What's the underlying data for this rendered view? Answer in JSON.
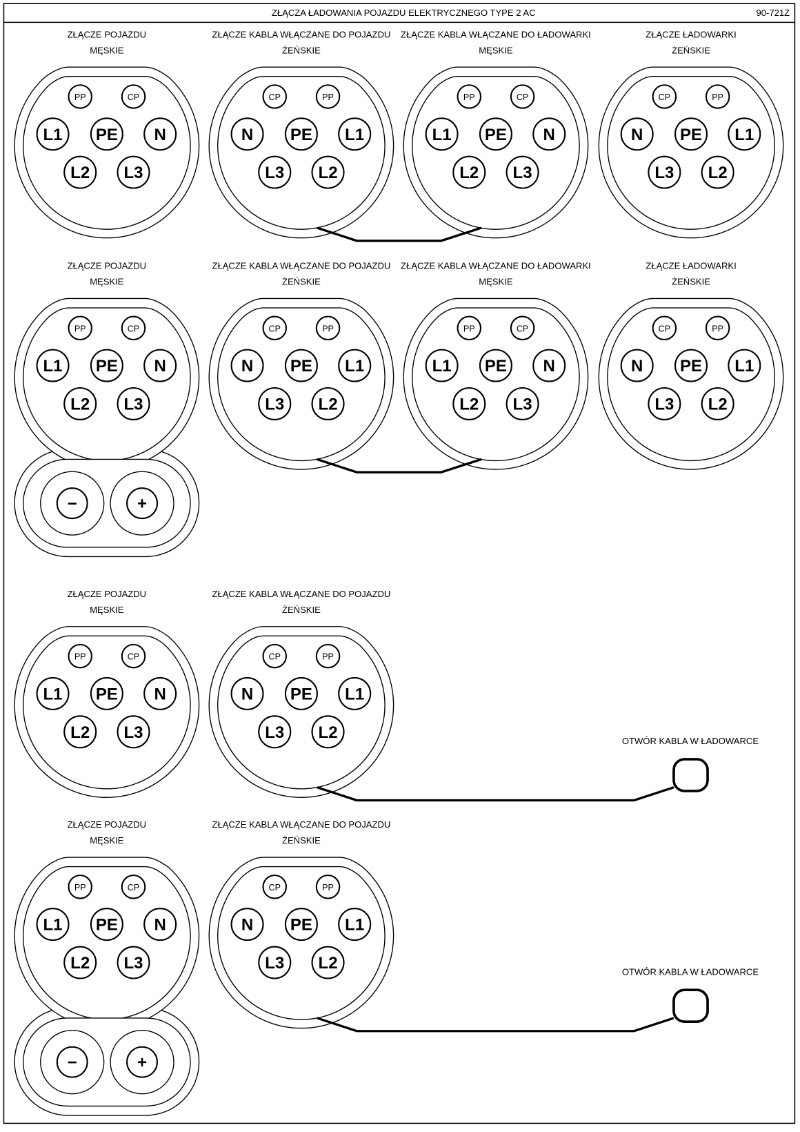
{
  "header": {
    "title": "ZŁĄCZA ŁADOWANIA POJAZDU ELEKTRYCZNEGO TYPE 2 AC",
    "code": "90-721Z"
  },
  "labels": {
    "vehicle_inlet": [
      "ZŁĄCZE POJAZDU",
      "MĘSKIE"
    ],
    "cable_vehicle": [
      "ZŁĄCZE KABLA WŁĄCZANE DO POJAZDU",
      "ŻEŃSKIE"
    ],
    "cable_charger": [
      "ZŁĄCZE KABLA WŁĄCZANE DO ŁADOWARKI",
      "MĘSKIE"
    ],
    "charger_socket": [
      "ZŁĄCZE ŁADOWARKI",
      "ŻEŃSKIE"
    ],
    "cable_opening": "OTWÓR KABLA W ŁADOWARCE"
  },
  "pins": {
    "male": {
      "top": [
        "PP",
        "CP"
      ],
      "middle": [
        "L1",
        "PE",
        "N"
      ],
      "bottom": [
        "L2",
        "L3"
      ]
    },
    "female": {
      "top": [
        "CP",
        "PP"
      ],
      "middle": [
        "N",
        "PE",
        "L1"
      ],
      "bottom": [
        "L3",
        "L2"
      ]
    },
    "dc": [
      "−",
      "+"
    ]
  },
  "rows": [
    {
      "connectors": [
        {
          "type": "vehicle_inlet",
          "gender": "male"
        },
        {
          "type": "cable_vehicle",
          "gender": "female"
        },
        {
          "type": "cable_charger",
          "gender": "male"
        },
        {
          "type": "charger_socket",
          "gender": "female"
        }
      ],
      "dc": false,
      "cable": "to_charger_plug"
    },
    {
      "connectors": [
        {
          "type": "vehicle_inlet",
          "gender": "male"
        },
        {
          "type": "cable_vehicle",
          "gender": "female"
        },
        {
          "type": "cable_charger",
          "gender": "male"
        },
        {
          "type": "charger_socket",
          "gender": "female"
        }
      ],
      "dc": true,
      "cable": "to_charger_plug"
    },
    {
      "connectors": [
        {
          "type": "vehicle_inlet",
          "gender": "male"
        },
        {
          "type": "cable_vehicle",
          "gender": "female"
        }
      ],
      "dc": false,
      "cable": "to_opening"
    },
    {
      "connectors": [
        {
          "type": "vehicle_inlet",
          "gender": "male"
        },
        {
          "type": "cable_vehicle",
          "gender": "female"
        }
      ],
      "dc": true,
      "cable": "to_opening"
    }
  ]
}
